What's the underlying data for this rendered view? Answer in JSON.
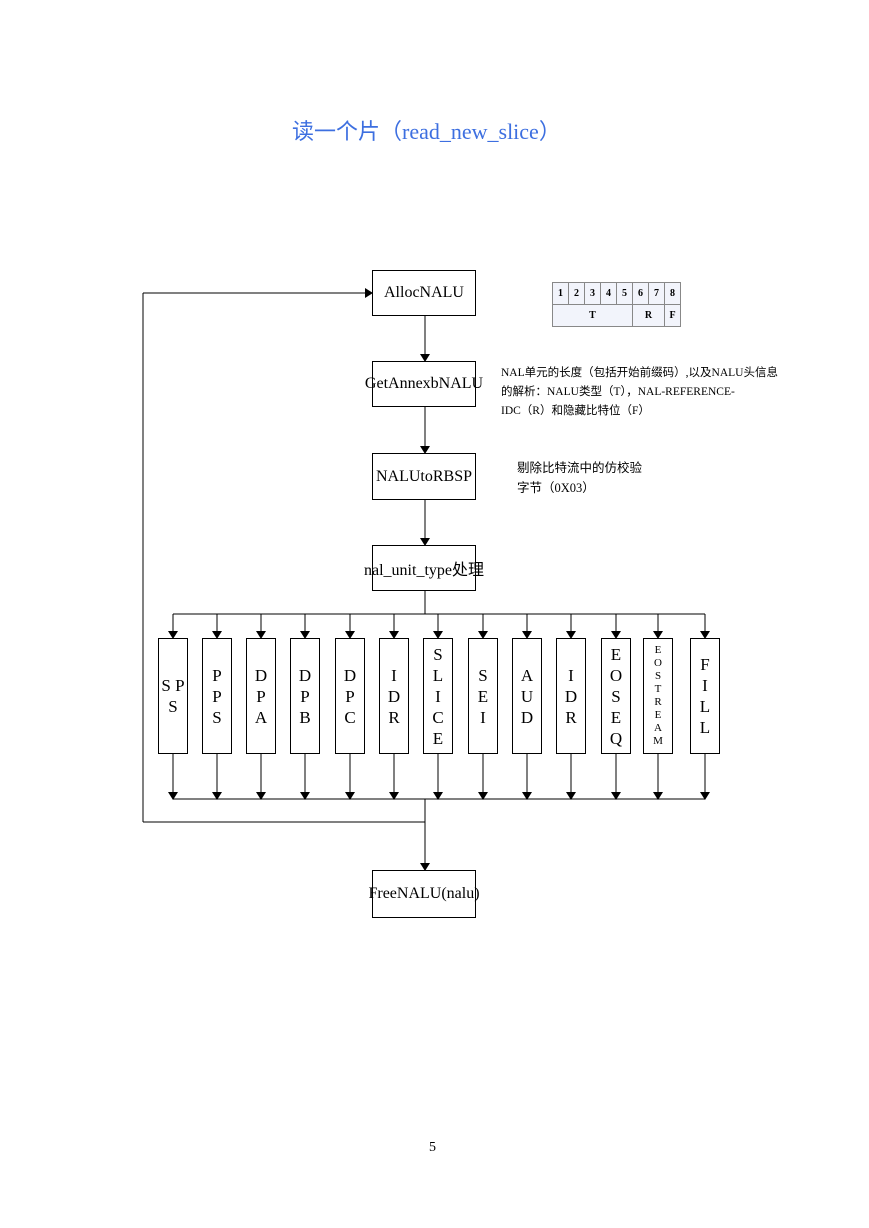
{
  "title": "读一个片（read_new_slice）",
  "flow": {
    "alloc": "AllocNALU",
    "annexb": "GetAnnexbNALU",
    "rbsp": "NALUtoRBSP",
    "dispatch": "nal_unit_type处理",
    "free": "FreeNALU(nalu)"
  },
  "types": [
    {
      "letters": [
        "S P",
        "S"
      ]
    },
    {
      "letters": [
        "P",
        "P",
        "S"
      ]
    },
    {
      "letters": [
        "D",
        "P",
        "A"
      ]
    },
    {
      "letters": [
        "D",
        "P",
        "B"
      ]
    },
    {
      "letters": [
        "D",
        "P",
        "C"
      ]
    },
    {
      "letters": [
        "I",
        "D",
        "R"
      ]
    },
    {
      "letters": [
        "S",
        "L",
        "I",
        "C",
        "E"
      ]
    },
    {
      "letters": [
        "S",
        "E",
        "I"
      ]
    },
    {
      "letters": [
        "A",
        "U",
        "D"
      ]
    },
    {
      "letters": [
        "I",
        "D",
        "R"
      ]
    },
    {
      "letters": [
        "E",
        "O",
        "S",
        "E",
        "Q"
      ]
    },
    {
      "letters": [
        "E",
        "O",
        "S",
        "T",
        "R",
        "E",
        "A",
        "M"
      ]
    },
    {
      "letters": [
        "F",
        "I",
        "L",
        "L"
      ]
    }
  ],
  "notes": {
    "annexb": [
      "NAL单元的长度（包括开始前缀码）,以及NALU头信息",
      "的解析：NALU类型（T），NAL-REFERENCE-",
      "IDC（R）和隐藏比特位（F）"
    ],
    "rbsp": [
      "剔除比特流中的仿校验",
      "字节（0X03）"
    ]
  },
  "nal_header": {
    "bits": [
      "1",
      "2",
      "3",
      "4",
      "5",
      "6",
      "7",
      "8"
    ],
    "fields": [
      "T",
      "R",
      "F"
    ]
  },
  "page_number": "5"
}
